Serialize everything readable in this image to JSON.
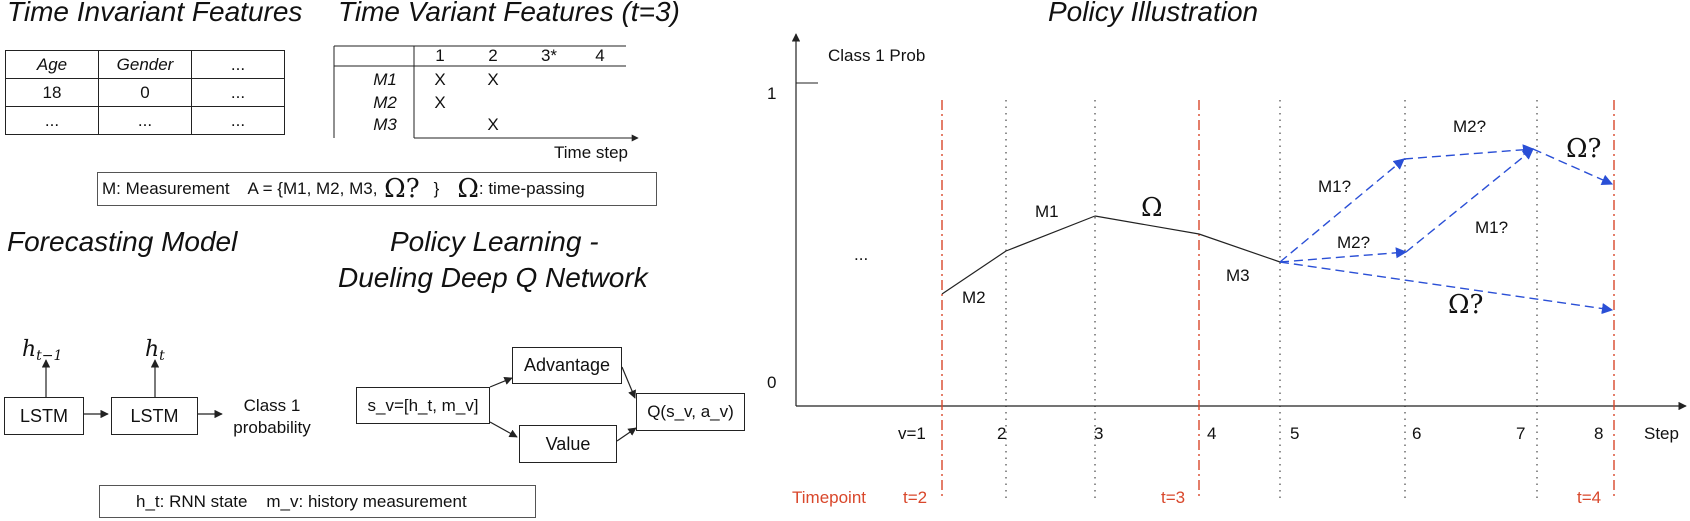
{
  "titles": {
    "time_invariant": "Time Invariant Features",
    "time_variant": "Time Variant Features (t=3)",
    "forecasting": "Forecasting Model",
    "policy_learning_1": "Policy Learning -",
    "policy_learning_2": "Dueling Deep Q Network",
    "policy_illustration": "Policy Illustration"
  },
  "invariant_table": {
    "headers": [
      "Age",
      "Gender",
      "..."
    ],
    "rows": [
      [
        "18",
        "0",
        "..."
      ],
      [
        "...",
        "...",
        "..."
      ]
    ]
  },
  "variant_table": {
    "columns": [
      "1",
      "2",
      "3*",
      "4"
    ],
    "row_labels": [
      "M1",
      "M2",
      "M3"
    ],
    "marks": [
      [
        "X",
        "X",
        "",
        ""
      ],
      [
        "X",
        "",
        "",
        ""
      ],
      [
        "",
        "X",
        "",
        ""
      ]
    ],
    "axis_label": "Time step"
  },
  "legend_box": {
    "text_1": "M: Measurement    A = {M1, M2, M3, ",
    "omega_q": "Ω?",
    "text_2": "}",
    "omega": "Ω",
    "text_3": ": time-passing"
  },
  "forecasting": {
    "h_prev": "h",
    "h_prev_sub": "t−1",
    "h_t": "h",
    "h_t_sub": "t",
    "lstm_1": "LSTM",
    "lstm_2": "LSTM",
    "output_1": "Class 1",
    "output_2": "probability"
  },
  "dqn": {
    "state": "s_v=[h_t, m_v]",
    "advantage": "Advantage",
    "value": "Value",
    "q": "Q(s_v, a_v)"
  },
  "bottom_legend": "h_t: RNN state    m_v: history measurement",
  "policy_plot": {
    "y_label": "Class 1 Prob",
    "y_one": "1",
    "y_zero": "0",
    "ellipsis": "...",
    "x_label": "Step",
    "steps": [
      "v=1",
      "2",
      "3",
      "4",
      "5",
      "6",
      "7",
      "8"
    ],
    "timepoint_label": "Timepoint",
    "timepoints": [
      "t=2",
      "t=3",
      "t=4"
    ],
    "path_labels": {
      "m2": "M2",
      "m1": "M1",
      "omega": "Ω",
      "m3": "M3"
    },
    "branch_labels": {
      "upper_m1": "M1?",
      "upper_m2": "M2?",
      "upper_omega": "Ω?",
      "mid_m2": "M2?",
      "mid_m1": "M1?",
      "lower_omega": "Ω?"
    },
    "colors": {
      "path": "#222222",
      "branches": "#2a4fd6",
      "timepoint": "#d9472b",
      "grid": "#222222"
    }
  }
}
